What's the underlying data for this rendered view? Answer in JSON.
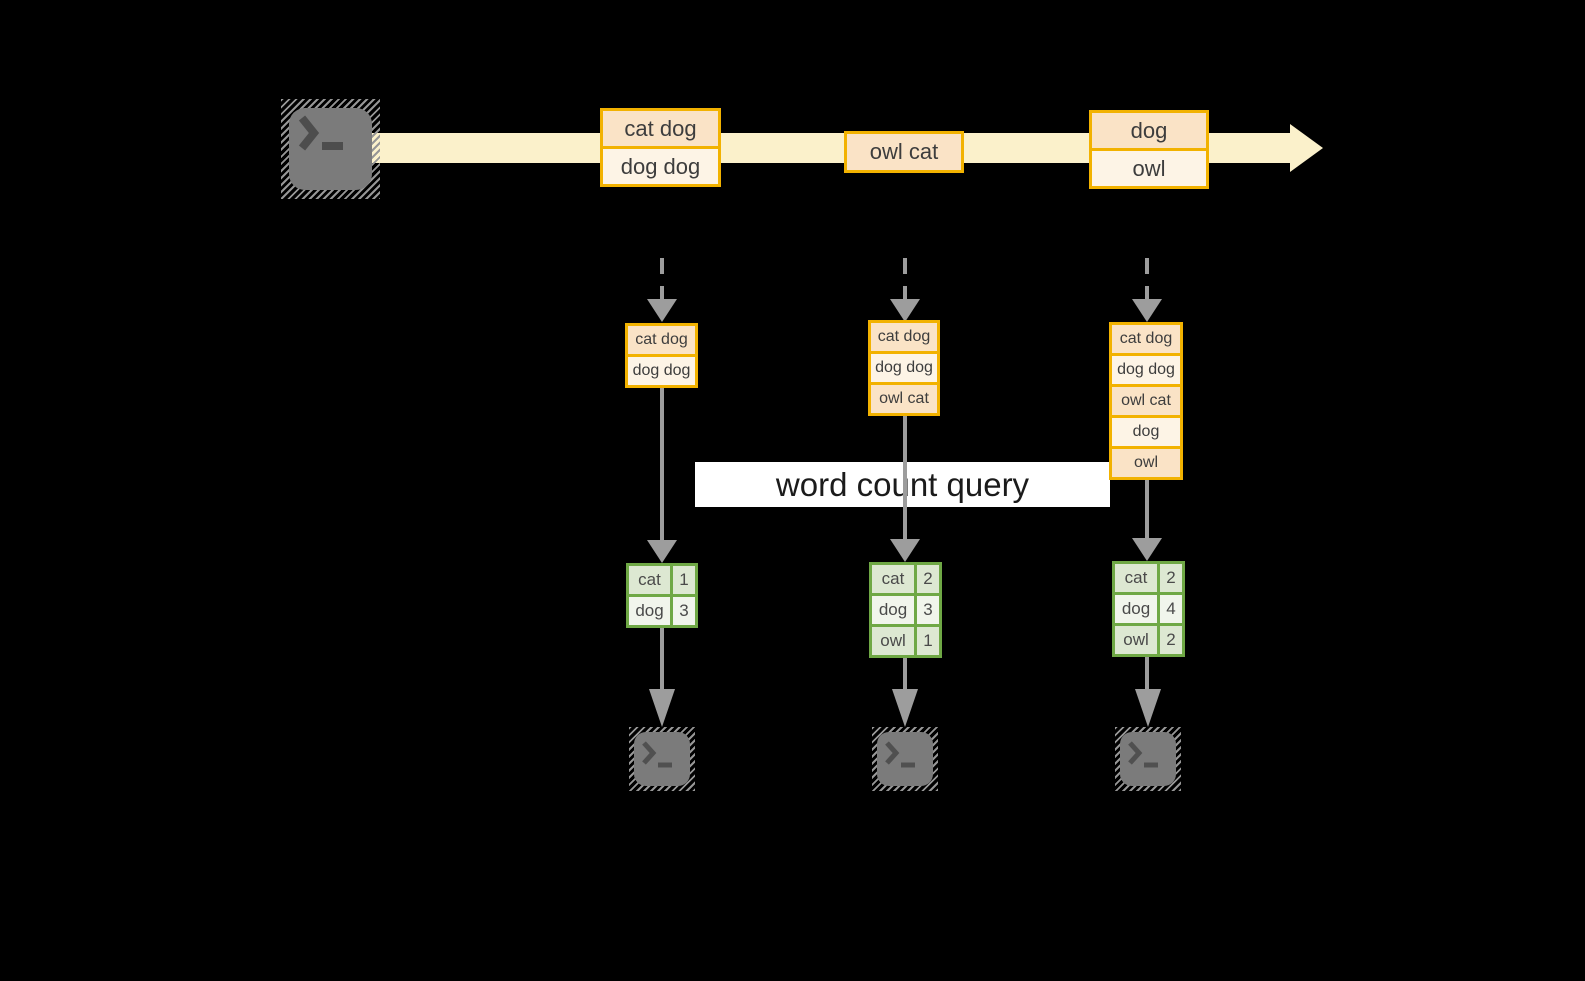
{
  "query_label": "word count query",
  "icons": {
    "source": "terminal-icon",
    "sinks": [
      "terminal-icon",
      "terminal-icon",
      "terminal-icon"
    ],
    "stream_arrow": "right-arrow",
    "flow_arrows": "down-arrow"
  },
  "colors": {
    "background": "#000000",
    "stream_band": "#fbf1cb",
    "record_border": "#f2b200",
    "record_fill_peach": "#fae3c6",
    "record_fill_cream": "#fdf4e6",
    "table_border": "#6fa845",
    "table_row_dark": "#dde8d2",
    "table_row_light": "#f1f5ec",
    "connector_gray": "#9d9d9d",
    "terminal_gray": "#7b7b7b",
    "query_box": "#ffffff"
  },
  "stream": [
    {
      "records": [
        "cat dog",
        "dog dog"
      ]
    },
    {
      "records": [
        "owl cat"
      ]
    },
    {
      "records": [
        "dog",
        "owl"
      ]
    }
  ],
  "columns": [
    {
      "buffer": [
        "cat dog",
        "dog dog"
      ],
      "counts": [
        {
          "word": "cat",
          "value": "1"
        },
        {
          "word": "dog",
          "value": "3"
        }
      ]
    },
    {
      "buffer": [
        "cat dog",
        "dog dog",
        "owl cat"
      ],
      "counts": [
        {
          "word": "cat",
          "value": "2"
        },
        {
          "word": "dog",
          "value": "3"
        },
        {
          "word": "owl",
          "value": "1"
        }
      ]
    },
    {
      "buffer": [
        "cat dog",
        "dog dog",
        "owl cat",
        "dog",
        "owl"
      ],
      "counts": [
        {
          "word": "cat",
          "value": "2"
        },
        {
          "word": "dog",
          "value": "4"
        },
        {
          "word": "owl",
          "value": "2"
        }
      ]
    }
  ]
}
